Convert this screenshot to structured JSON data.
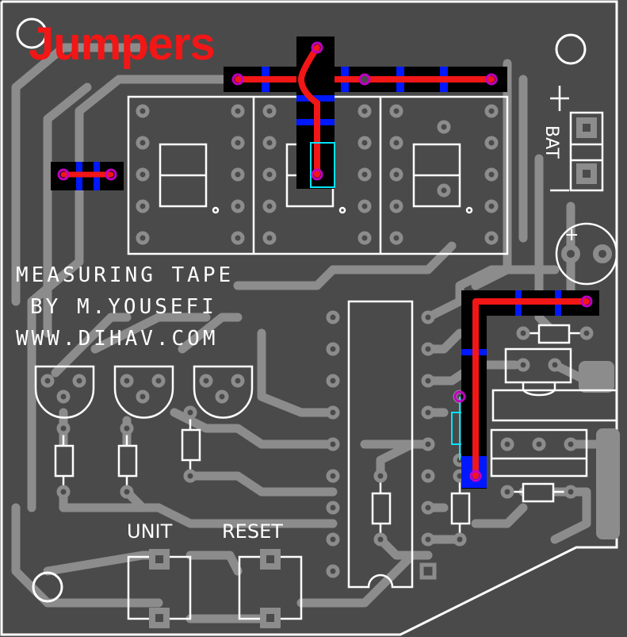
{
  "title": "Jumpers",
  "silkscreen": {
    "line1": "MEASURING TAPE",
    "line2": "BY M.YOUSEFI",
    "line3": "WWW.DIHAV.COM",
    "unit_label": "UNIT",
    "reset_label": "RESET",
    "battery_label": "BAT",
    "plus_sign": "+",
    "minus_sign": "–",
    "cap_plus": "+"
  },
  "colors": {
    "board": "#4a4a4a",
    "trace": "#8c8c8c",
    "silk": "#ffffff",
    "jumper": "#f21616",
    "pad_ring": "#8c8c8c",
    "via": "#c000c0",
    "bottom_copper": "#0018ff",
    "mask": "#000000",
    "highlight": "#00e5ff"
  }
}
